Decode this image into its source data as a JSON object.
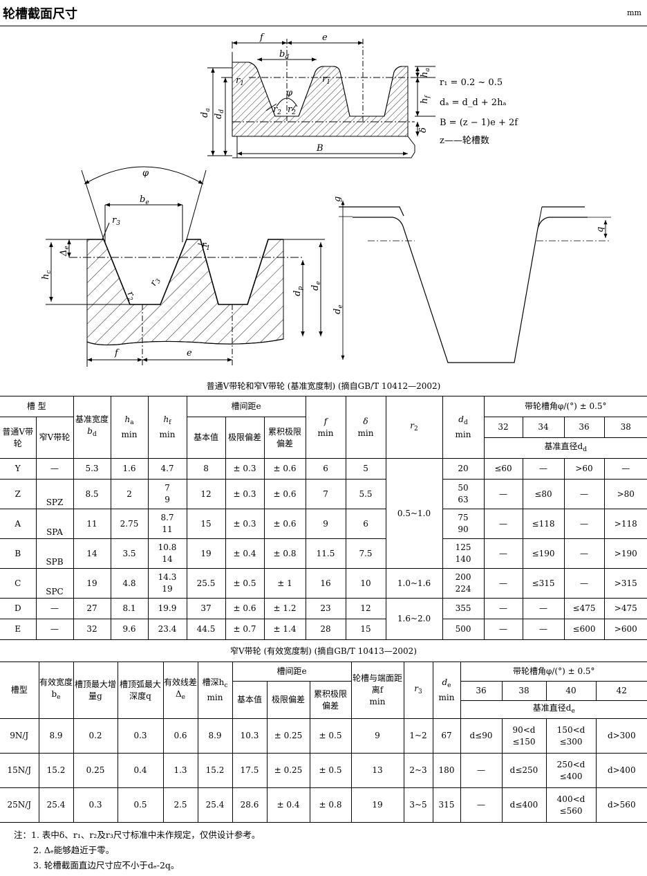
{
  "page": {
    "title": "轮槽截面尺寸",
    "unit": "mm"
  },
  "diagram1": {
    "labels": {
      "f": "f",
      "e": "e",
      "bd": "b",
      "bd_sub": "d",
      "r1a": "r",
      "r1b": "r",
      "r1_sub": "1",
      "phi": "φ",
      "r2": "r",
      "r2_sub": "2",
      "r2b_sub": "2",
      "da": "d",
      "da_sub": "a",
      "dd": "d",
      "dd_sub": "d",
      "ha": "h",
      "ha_sub": "a",
      "hf": "h",
      "hf_sub": "f",
      "delta": "δ",
      "B": "B"
    },
    "formulas": [
      "r₁ = 0.2 ~ 0.5",
      "dₐ = d_d + 2hₐ",
      "B = (z − 1)e + 2f",
      "z——轮槽数"
    ]
  },
  "diagram2": {
    "labels": {
      "phi": "φ",
      "be": "b",
      "be_sub": "e",
      "r3": "r",
      "r3_sub": "3",
      "r1": "r",
      "r1_sub": "1",
      "delta_e": "Δ",
      "delta_e_sub": "e",
      "hc": "h",
      "hc_sub": "c",
      "dp": "d",
      "dp_sub": "p",
      "de": "d",
      "de_sub": "e",
      "r2": "r",
      "r2_sub": "2",
      "r3b": "r",
      "r3b_sub": "3",
      "f": "f",
      "e": "e"
    }
  },
  "diagram3": {
    "labels": {
      "g": "g",
      "q": "q",
      "de": "d",
      "de_sub": "e"
    }
  },
  "table1": {
    "caption": "普通V带轮和窄V带轮 (基准宽度制) (摘自GB/T 10412—2002)",
    "header": {
      "groove_type": "槽 型",
      "normal_v": "普通V带轮",
      "narrow_v": "窄V带轮",
      "bd": "基准宽度",
      "ha": "h",
      "ha_sub": "a",
      "ha_min": "min",
      "hf": "h",
      "hf_sub": "f",
      "hf_min": "min",
      "spacing": "槽间距e",
      "basic": "基本值",
      "limit_dev": "极限偏差",
      "cum_dev": "累积极限偏差",
      "f": "f",
      "f_min": "min",
      "delta": "δ",
      "delta_min": "min",
      "r2": "r",
      "r2_sub": "2",
      "dd": "d",
      "dd_sub": "d",
      "dd_min": "min",
      "angle": "带轮槽角φ/(°) ± 0.5°",
      "angles": [
        "32",
        "34",
        "36",
        "38"
      ],
      "ref_dia": "基准直径d"
    },
    "rows": [
      {
        "t": "Y",
        "n": "—",
        "bd": "5.3",
        "ha": "1.6",
        "hf": "4.7",
        "e": "8",
        "dev": "± 0.3",
        "cum": "± 0.6",
        "f": "6",
        "delta": "5",
        "dd": "20",
        "a32": "≤60",
        "a34": "—",
        "a36": ">60",
        "a38": "—"
      },
      {
        "t": "Z",
        "n": "SPZ",
        "bd": "8.5",
        "ha": "2",
        "hf": "7\n9",
        "e": "12",
        "dev": "± 0.3",
        "cum": "± 0.6",
        "f": "7",
        "delta": "5.5",
        "dd": "50\n63",
        "a32": "—",
        "a34": "≤80",
        "a36": "—",
        "a38": ">80"
      },
      {
        "t": "A",
        "n": "SPA",
        "bd": "11",
        "ha": "2.75",
        "hf": "8.7\n11",
        "e": "15",
        "dev": "± 0.3",
        "cum": "± 0.6",
        "f": "9",
        "delta": "6",
        "dd": "75\n90",
        "a32": "—",
        "a34": "≤118",
        "a36": "—",
        "a38": ">118"
      },
      {
        "t": "B",
        "n": "SPB",
        "bd": "14",
        "ha": "3.5",
        "hf": "10.8\n14",
        "e": "19",
        "dev": "± 0.4",
        "cum": "± 0.8",
        "f": "11.5",
        "delta": "7.5",
        "dd": "125\n140",
        "a32": "—",
        "a34": "≤190",
        "a36": "—",
        "a38": ">190"
      },
      {
        "t": "C",
        "n": "SPC",
        "bd": "19",
        "ha": "4.8",
        "hf": "14.3\n19",
        "e": "25.5",
        "dev": "± 0.5",
        "cum": "± 1",
        "f": "16",
        "delta": "10",
        "dd": "200\n224",
        "a32": "—",
        "a34": "≤315",
        "a36": "—",
        "a38": ">315"
      },
      {
        "t": "D",
        "n": "—",
        "bd": "27",
        "ha": "8.1",
        "hf": "19.9",
        "e": "37",
        "dev": "± 0.6",
        "cum": "± 1.2",
        "f": "23",
        "delta": "12",
        "dd": "355",
        "a32": "—",
        "a34": "—",
        "a36": "≤475",
        "a38": ">475"
      },
      {
        "t": "E",
        "n": "—",
        "bd": "32",
        "ha": "9.6",
        "hf": "23.4",
        "e": "44.5",
        "dev": "± 0.7",
        "cum": "± 1.4",
        "f": "28",
        "delta": "15",
        "dd": "500",
        "a32": "—",
        "a34": "—",
        "a36": "≤600",
        "a38": ">600"
      }
    ],
    "r2_groups": [
      "0.5~1.0",
      "1.0~1.6",
      "1.6~2.0"
    ]
  },
  "table2": {
    "caption": "窄V带轮 (有效宽度制) (摘自GB/T 10413—2002)",
    "header": {
      "groove_type": "槽型",
      "be": "有效宽度b",
      "be_sub": "e",
      "g": "槽顶最大增量g",
      "q": "槽顶弧最大深度q",
      "delta_e": "有效线差Δ",
      "delta_e_sub": "e",
      "hc": "槽深h",
      "hc_sub": "c",
      "hc_min": "min",
      "spacing": "槽间距e",
      "basic": "基本值",
      "limit_dev": "极限偏差",
      "cum_dev": "累积极限偏差",
      "end_dist": "轮槽与端面距离f",
      "end_min": "min",
      "r3": "r",
      "r3_sub": "3",
      "de": "d",
      "de_sub": "e",
      "de_min": "min",
      "angle": "带轮槽角φ/(°) ± 0.5°",
      "angles": [
        "36",
        "38",
        "40",
        "42"
      ],
      "ref_dia": "基准直径d"
    },
    "rows": [
      {
        "t": "9N/J",
        "be": "8.9",
        "g": "0.2",
        "q": "0.3",
        "de_": "0.6",
        "hc": "8.9",
        "e": "10.3",
        "dev": "± 0.25",
        "cum": "± 0.5",
        "f": "9",
        "r3": "1~2",
        "de": "67",
        "a36": "d≤90",
        "a38": "90<d\n≤150",
        "a40": "150<d\n≤300",
        "a42": "d>300"
      },
      {
        "t": "15N/J",
        "be": "15.2",
        "g": "0.25",
        "q": "0.4",
        "de_": "1.3",
        "hc": "15.2",
        "e": "17.5",
        "dev": "± 0.25",
        "cum": "± 0.5",
        "f": "13",
        "r3": "2~3",
        "de": "180",
        "a36": "—",
        "a38": "d≤250",
        "a40": "250<d\n≤400",
        "a42": "d>400"
      },
      {
        "t": "25N/J",
        "be": "25.4",
        "g": "0.3",
        "q": "0.5",
        "de_": "2.5",
        "hc": "25.4",
        "e": "28.6",
        "dev": "± 0.4",
        "cum": "± 0.8",
        "f": "19",
        "r3": "3~5",
        "de": "315",
        "a36": "—",
        "a38": "d≤400",
        "a40": "400<d\n≤560",
        "a42": "d>560"
      }
    ]
  },
  "notes": [
    "注：1. 表中δ、r₁、r₂及r₃尺寸标准中未作规定，仅供设计参考。",
    "2. Δₑ能够趋近于零。",
    "3. 轮槽截面直边尺寸应不小于dₑ-2q。"
  ]
}
